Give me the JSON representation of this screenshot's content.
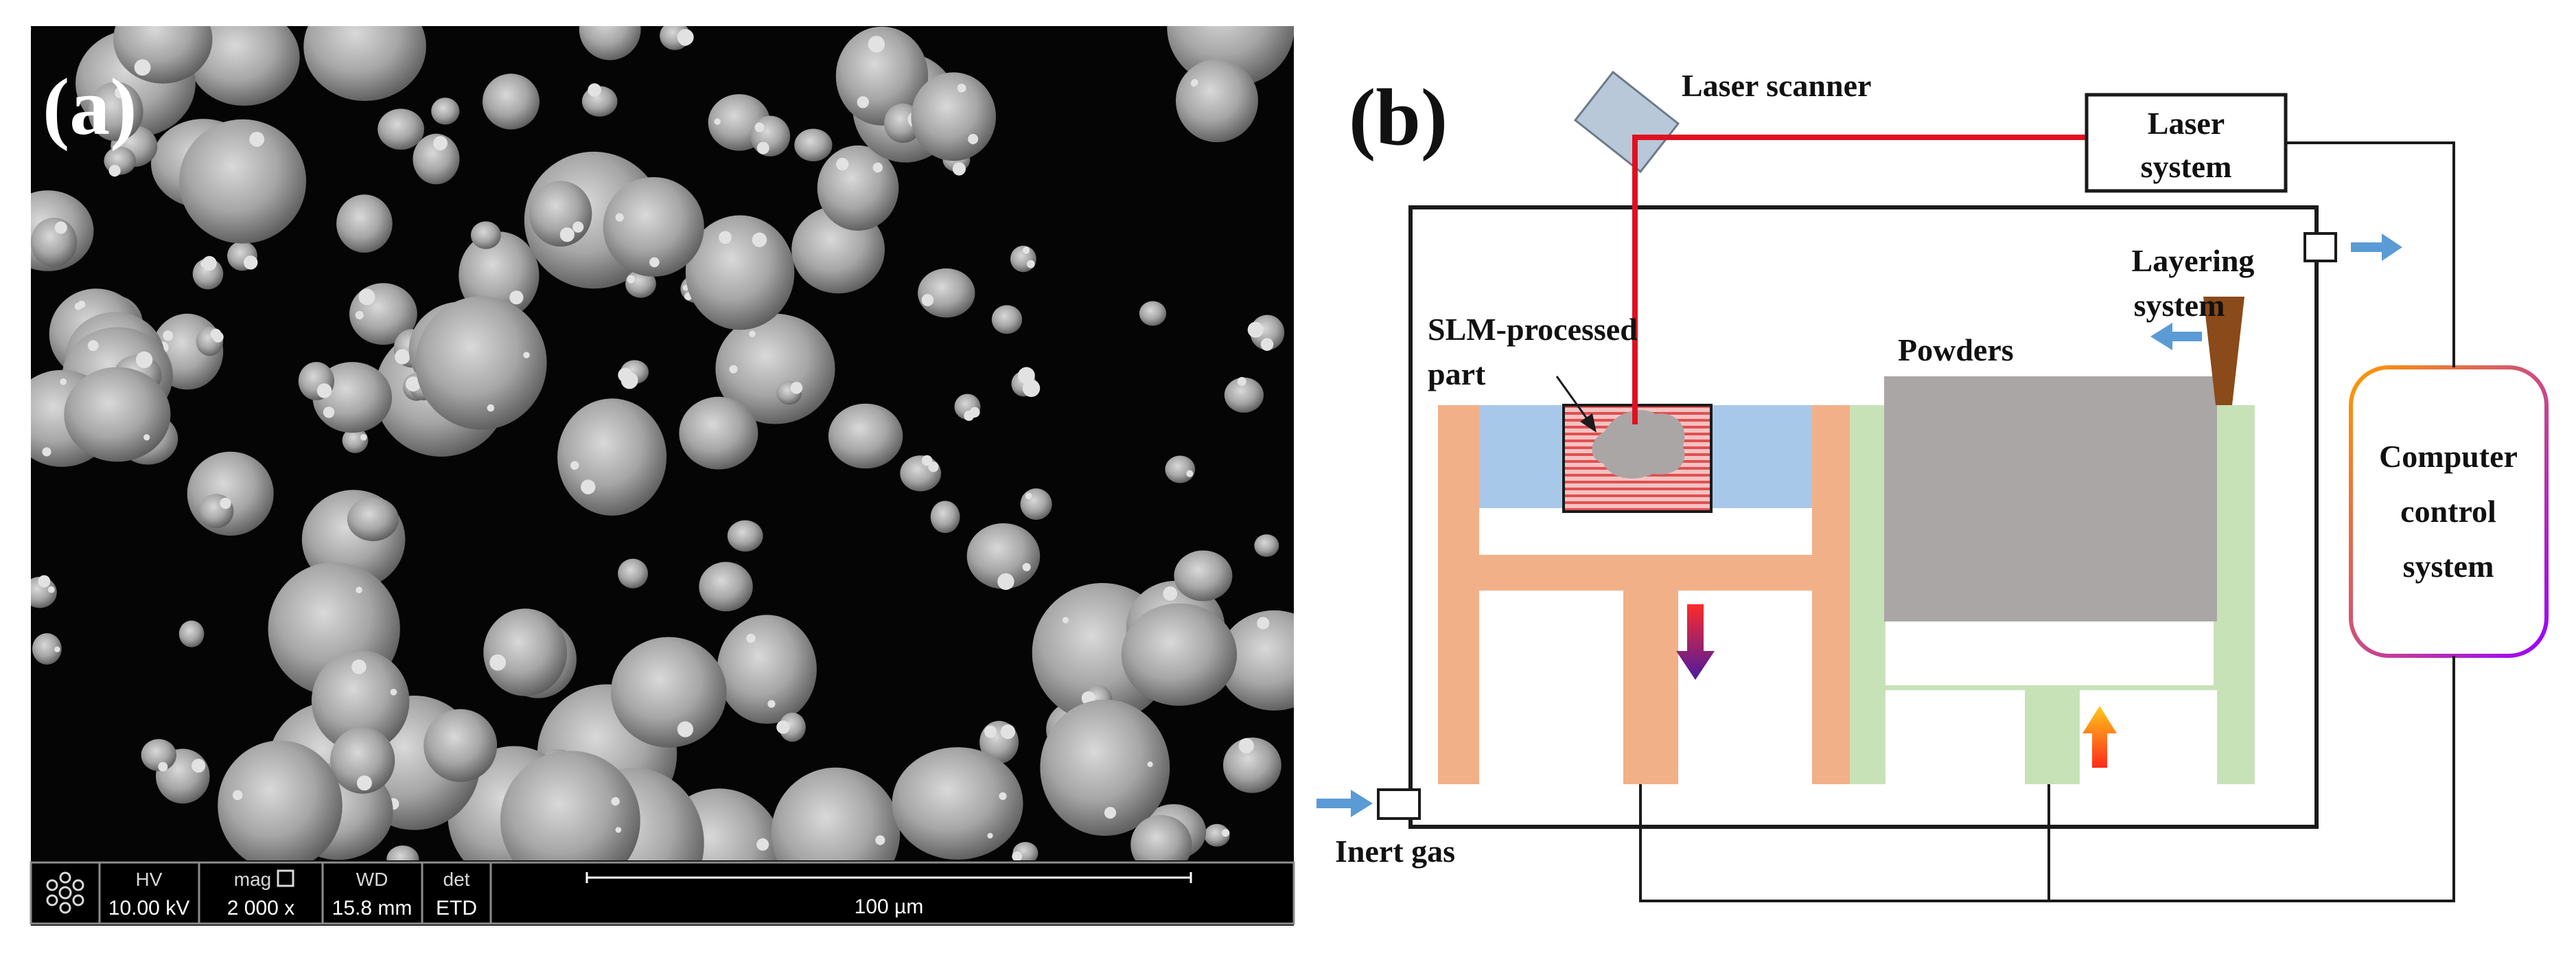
{
  "panel_a": {
    "label": "(a)",
    "info_bar": {
      "hv_label": "HV",
      "hv_value": "10.00 kV",
      "mag_label": "mag",
      "mag_value": "2 000 x",
      "wd_label": "WD",
      "wd_value": "15.8 mm",
      "det_label": "det",
      "det_value": "ETD",
      "scale_bar_label": "100 µm"
    }
  },
  "panel_b": {
    "label": "(b)",
    "labels": {
      "laser_scanner": "Laser scanner",
      "laser_system_line1": "Laser",
      "laser_system_line2": "system",
      "layering_line1": "Layering",
      "layering_line2": "system",
      "slm_line1": "SLM-processed",
      "slm_line2": "part",
      "powders": "Powders",
      "computer_line1": "Computer",
      "computer_line2": "control",
      "computer_line3": "system",
      "inert_gas": "Inert gas"
    },
    "colors": {
      "laser_beam": "#e01020",
      "build_platform": "#f2b088",
      "powder_bed": "#a8c8ea",
      "feed_platform": "#c8e2b8",
      "powder_block": "#aaa6a6",
      "recoater": "#8a4a1a",
      "gas_arrow": "#5b9bd5",
      "scanner_mirror": "#b8c8d8"
    }
  }
}
